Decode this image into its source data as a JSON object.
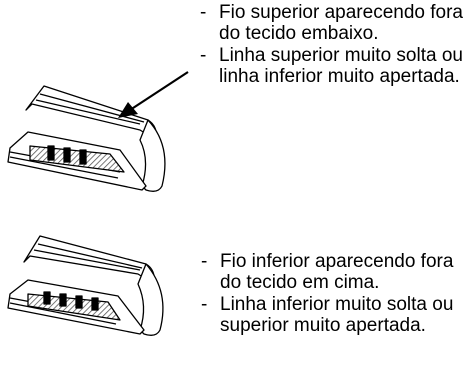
{
  "top_case": {
    "notes": [
      {
        "bullet": "-",
        "text": "Fio superior aparecendo fora do tecido embaixo."
      },
      {
        "bullet": "-",
        "text": "Linha superior muito solta ou linha inferior muito apertada."
      }
    ]
  },
  "bottom_case": {
    "notes": [
      {
        "bullet": "-",
        "text": "Fio inferior aparecendo fora do tecido em cima."
      },
      {
        "bullet": "-",
        "text": "Linha inferior muito solta ou superior muito apertada."
      }
    ]
  },
  "colors": {
    "ink": "#000000",
    "background": "#ffffff",
    "hatch": "#555555"
  }
}
